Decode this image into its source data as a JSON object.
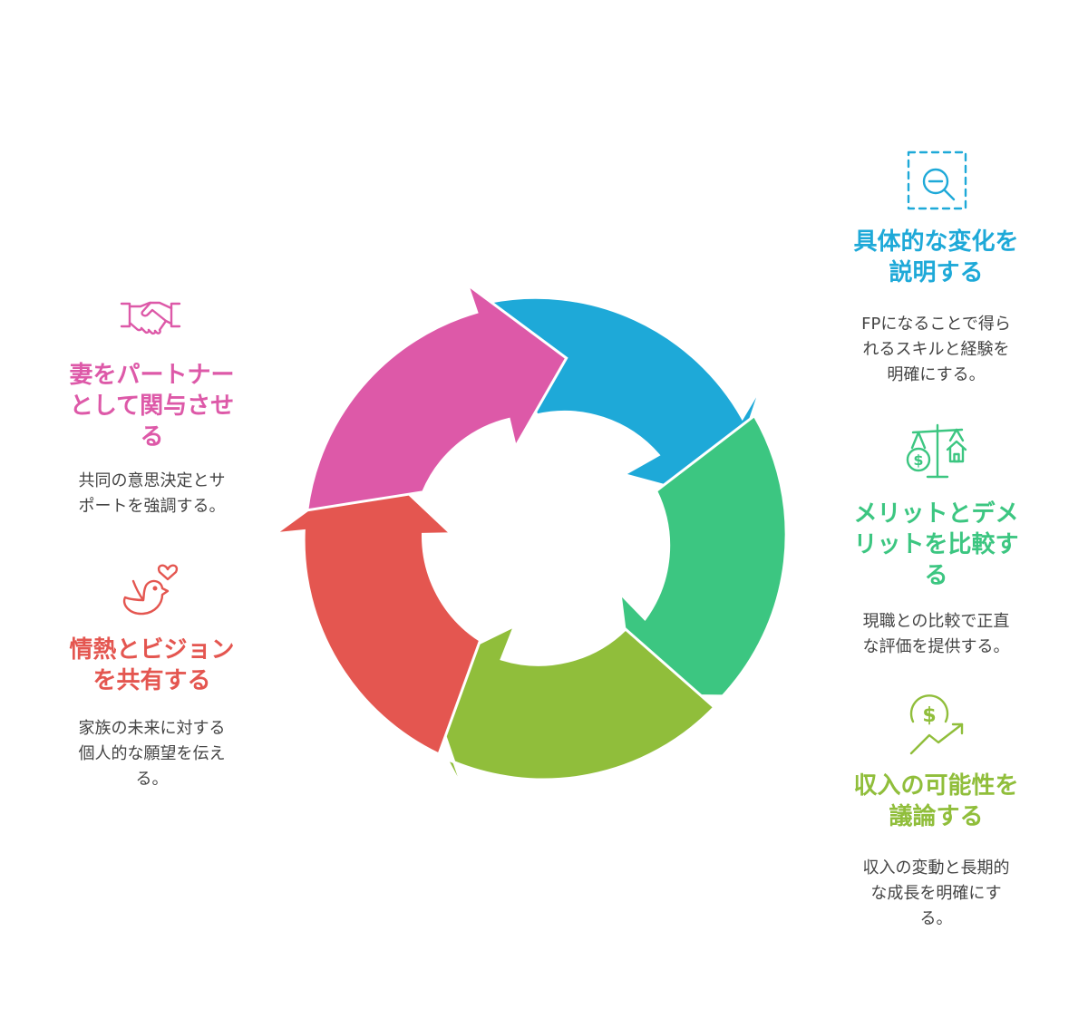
{
  "colors": {
    "pink": "#DD59A8",
    "blue": "#1EA9D8",
    "green": "#3CC681",
    "olive": "#90BE3B",
    "red": "#E45650",
    "text": "#444444"
  },
  "steps": [
    {
      "key": "partner",
      "title_lines": [
        "妻をパートナー",
        "として関与させ",
        "る"
      ],
      "desc_lines": [
        "共同の意思決定とサ",
        "ポートを強調する。"
      ],
      "color": "#DD59A8",
      "icon": "handshake-icon"
    },
    {
      "key": "change",
      "title_lines": [
        "具体的な変化を",
        "説明する"
      ],
      "desc_lines": [
        "FPになることで得ら",
        "れるスキルと経験を",
        "明確にする。"
      ],
      "color": "#1EA9D8",
      "icon": "magnifier-icon"
    },
    {
      "key": "merits",
      "title_lines": [
        "メリットとデメ",
        "リットを比較す",
        "る"
      ],
      "desc_lines": [
        "現職との比較で正直",
        "な評価を提供する。"
      ],
      "color": "#3CC681",
      "icon": "balance-scale-icon"
    },
    {
      "key": "income",
      "title_lines": [
        "収入の可能性を",
        "議論する"
      ],
      "desc_lines": [
        "収入の変動と長期的",
        "な成長を明確にす",
        "る。"
      ],
      "color": "#90BE3B",
      "icon": "dollar-growth-icon"
    },
    {
      "key": "vision",
      "title_lines": [
        "情熱とビジョン",
        "を共有する"
      ],
      "desc_lines": [
        "家族の未来に対する",
        "個人的な願望を伝え",
        "る。"
      ],
      "color": "#E45650",
      "icon": "bird-heart-icon"
    }
  ]
}
